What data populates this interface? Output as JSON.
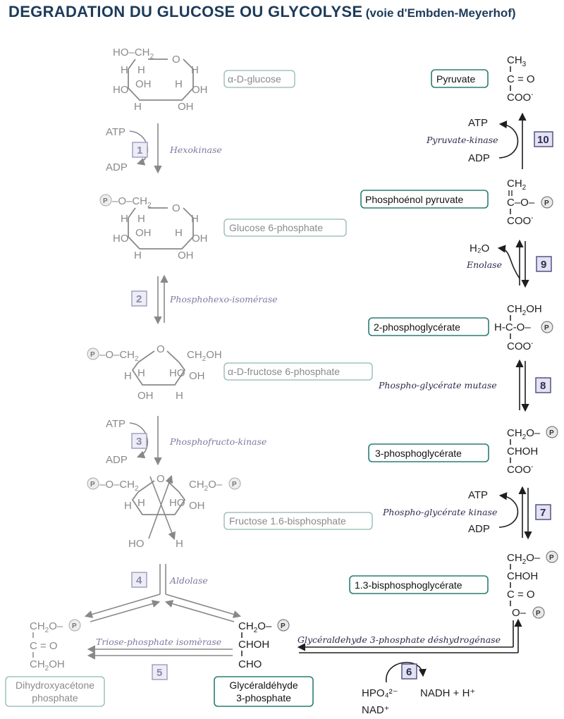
{
  "title": {
    "main": "DEGRADATION DU GLUCOSE OU GLYCOLYSE",
    "sub": "(voie d'Embden-Meyerhof)"
  },
  "labels": {
    "glucose": "α-D-glucose",
    "g6p": "Glucose 6-phosphate",
    "f6p": "α-D-fructose 6-phosphate",
    "fbp": "Fructose 1.6-bisphosphate",
    "dhap": "Dihydroxyacétone phosphate",
    "g3p": "Glycéraldéhyde 3-phosphate",
    "bpg13": "1.3-bisphosphoglycérate",
    "pg3": "3-phosphoglycérate",
    "pg2": "2-phosphoglycérate",
    "pep": "Phosphoénol pyruvate",
    "pyruvate": "Pyruvate"
  },
  "enzymes": {
    "e1": "Hexokinase",
    "e2": "Phosphohexo-isomérase",
    "e3": "Phosphofructo-kinase",
    "e4": "Aldolase",
    "e5": "Triose-phosphate isomèrase",
    "e6": "Glycéraldehyde 3-phosphate déshydrogénase",
    "e7": "Phospho-glycérate kinase",
    "e8": "Phospho-glycérate mutase",
    "e9": "Enolase",
    "e10": "Pyruvate-kinase"
  },
  "steps": [
    "1",
    "2",
    "3",
    "4",
    "5",
    "6",
    "7",
    "8",
    "9",
    "10"
  ],
  "cofactors": {
    "atp": "ATP",
    "adp": "ADP",
    "h2o": "H₂O",
    "hpo4": "HPO₄²⁻",
    "nad": "NAD⁺",
    "nadh": "NADH + H⁺"
  },
  "colors": {
    "title": "#1d3b5a",
    "label_border_gray": "#8fb8b4",
    "label_border_dark": "#2a7d74",
    "step_gray": "#9c99c0",
    "step_dark": "#4a4780"
  }
}
